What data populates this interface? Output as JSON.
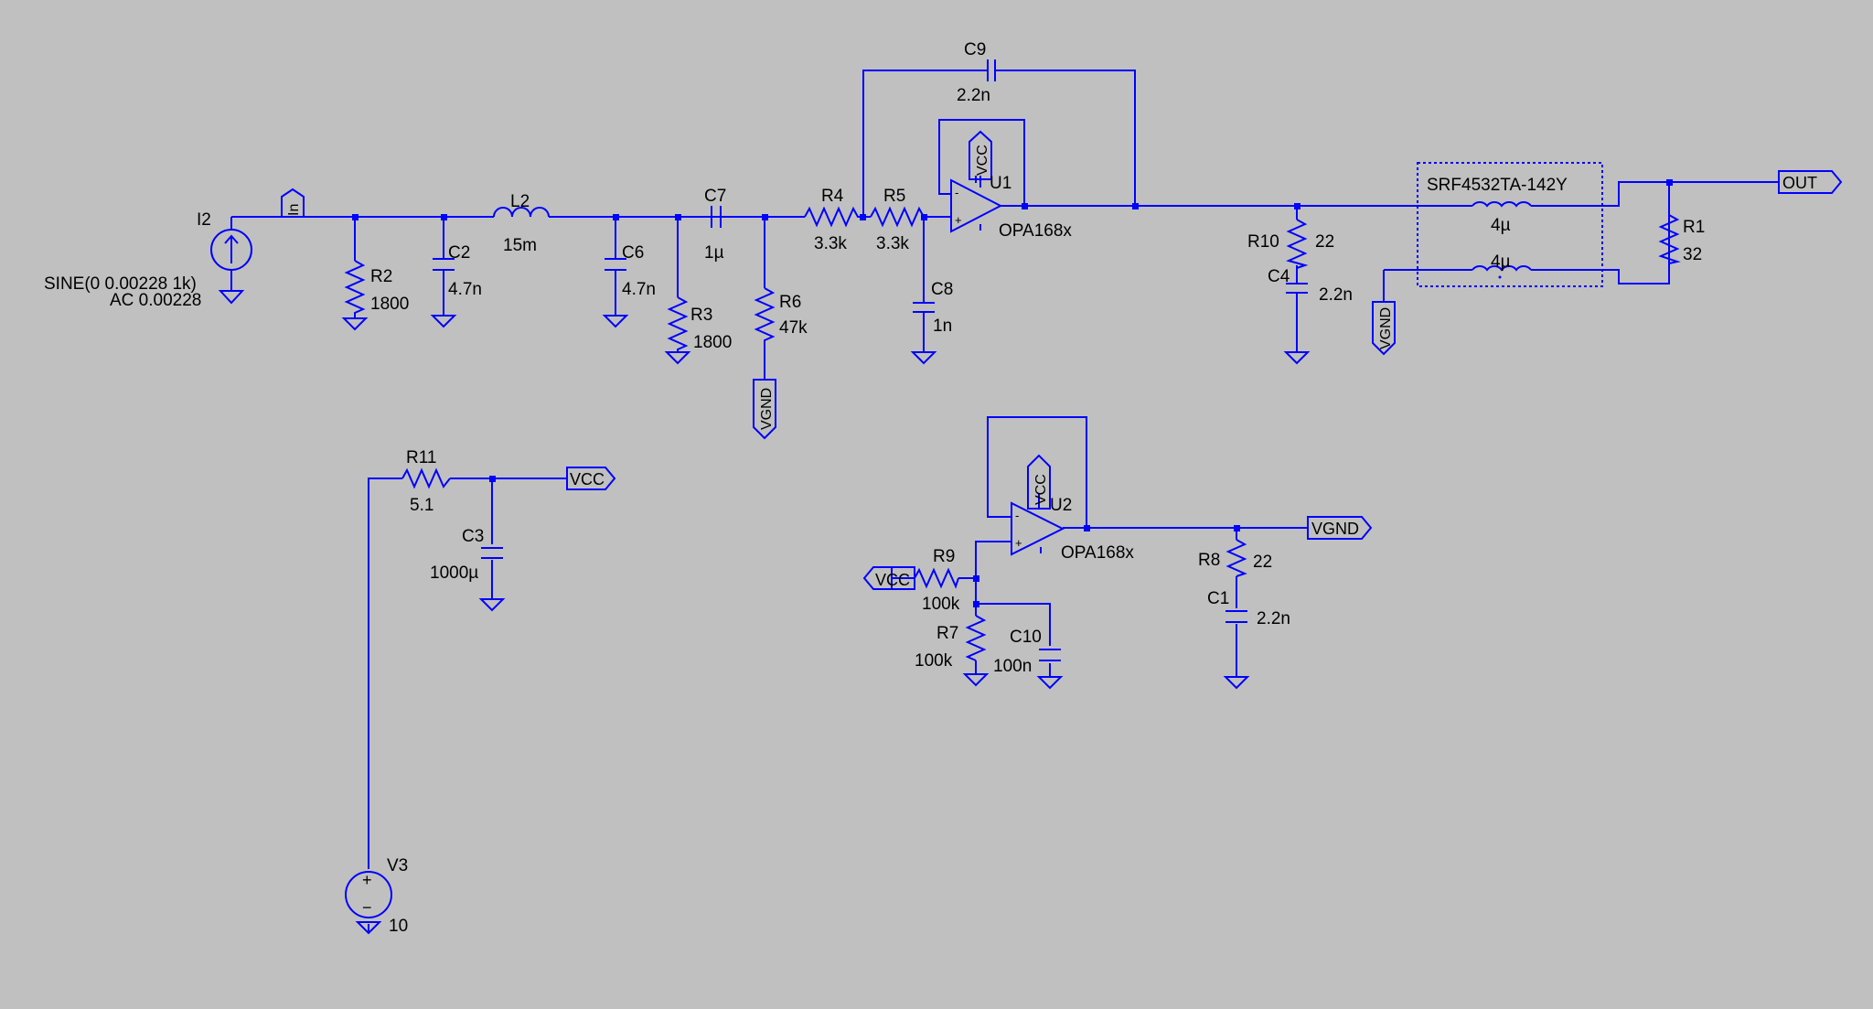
{
  "schematic": {
    "background": "#c0c0c0",
    "wire_color": "#0000ff",
    "text_color": "#000000",
    "components": {
      "I2": {
        "name": "I2",
        "value": "SINE(0 0.00228 1k)",
        "value2": "AC 0.00228"
      },
      "R2": {
        "name": "R2",
        "value": "1800"
      },
      "C2": {
        "name": "C2",
        "value": "4.7n"
      },
      "L2": {
        "name": "L2",
        "value": "15m"
      },
      "C6": {
        "name": "C6",
        "value": "4.7n"
      },
      "R3": {
        "name": "R3",
        "value": "1800"
      },
      "C7": {
        "name": "C7",
        "value": "1µ"
      },
      "R6": {
        "name": "R6",
        "value": "47k"
      },
      "R4": {
        "name": "R4",
        "value": "3.3k"
      },
      "R5": {
        "name": "R5",
        "value": "3.3k"
      },
      "C8": {
        "name": "C8",
        "value": "1n"
      },
      "C9": {
        "name": "C9",
        "value": "2.2n"
      },
      "U1": {
        "name": "U1",
        "value": "OPA168x"
      },
      "R10": {
        "name": "R10",
        "value": "22"
      },
      "C4": {
        "name": "C4",
        "value": "2.2n"
      },
      "L1": {
        "name": "SRF4532TA-142Y",
        "value_a": "4µ",
        "value_b": "4µ"
      },
      "R1": {
        "name": "R1",
        "value": "32"
      },
      "R11": {
        "name": "R11",
        "value": "5.1"
      },
      "C3": {
        "name": "C3",
        "value": "1000µ"
      },
      "V3": {
        "name": "V3",
        "value": "10"
      },
      "U2": {
        "name": "U2",
        "value": "OPA168x"
      },
      "R9": {
        "name": "R9",
        "value": "100k"
      },
      "R7": {
        "name": "R7",
        "value": "100k"
      },
      "C10": {
        "name": "C10",
        "value": "100n"
      },
      "R8": {
        "name": "R8",
        "value": "22"
      },
      "C1": {
        "name": "C1",
        "value": "2.2n"
      }
    },
    "net_labels": {
      "in": "In",
      "out": "OUT",
      "vcc": "VCC",
      "vgnd": "VGND"
    },
    "opamp_pins": {
      "minus": "-",
      "plus": "+"
    },
    "source_pins": {
      "plus": "+",
      "minus": "−"
    }
  }
}
